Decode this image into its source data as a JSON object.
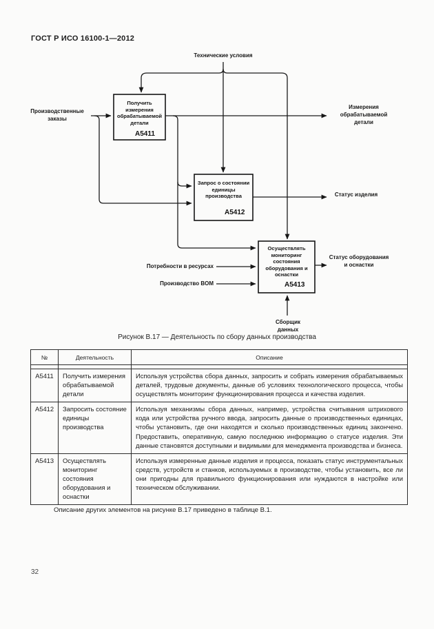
{
  "page": {
    "header_title": "ГОСТ Р ИСО 16100-1—2012",
    "page_number": "32",
    "note": "Описание других элементов на рисунке В.17 приведено в таблице В.1."
  },
  "figure": {
    "caption": "Рисунок В.17 — Деятельность по сбору данных производства",
    "labels": {
      "control_top": "Технические условия",
      "input_orders": "Производственные заказы",
      "output_measurements": "Измерения обрабатываемой детали",
      "output_product_status": "Статус изделия",
      "output_equipment_status": "Статус оборудования и оснастки",
      "input_resources": "Потребности в ресурсах",
      "input_bom": "Производство BOM",
      "mechanism": "Сборщик данных"
    },
    "boxes": [
      {
        "code": "А5411",
        "label": "Получить измерения обрабатываемой детали"
      },
      {
        "code": "А5412",
        "label": "Запрос о состоянии единицы производства"
      },
      {
        "code": "А5413",
        "label": "Осуществлять мониторинг состояния оборудования и оснастки"
      }
    ]
  },
  "table": {
    "headers": [
      "№",
      "Деятельность",
      "Описание"
    ],
    "rows": [
      {
        "no": "А5411",
        "activity": "Получить измерения обрабатываемой детали",
        "description": "Используя устройства сбора данных, запросить и собрать измерения обрабатываемых деталей, трудовые документы, данные об условиях технологического процесса, чтобы осуществлять мониторинг функционирования процесса и качества изделия."
      },
      {
        "no": "А5412",
        "activity": "Запросить состояние единицы производства",
        "description": "Используя механизмы сбора данных, например, устройства считывания штрихового кода или устройства ручного ввода, запросить данные о производственных единицах, чтобы установить, где они находятся и сколько производственных единиц закончено. Предоставить, оперативную, самую последнюю информацию о статусе изделия. Эти данные становятся доступными и видимыми для менеджмента производства и бизнеса."
      },
      {
        "no": "А5413",
        "activity": "Осуществлять мониторинг состояния оборудования и оснастки",
        "description": "Используя измеренные данные изделия и процесса, показать статус инструментальных средств, устройств и станков, используемых в производстве, чтобы установить, все ли они пригодны для правильного функционирования или нуждаются в настройке или техническом обслуживании."
      }
    ]
  }
}
